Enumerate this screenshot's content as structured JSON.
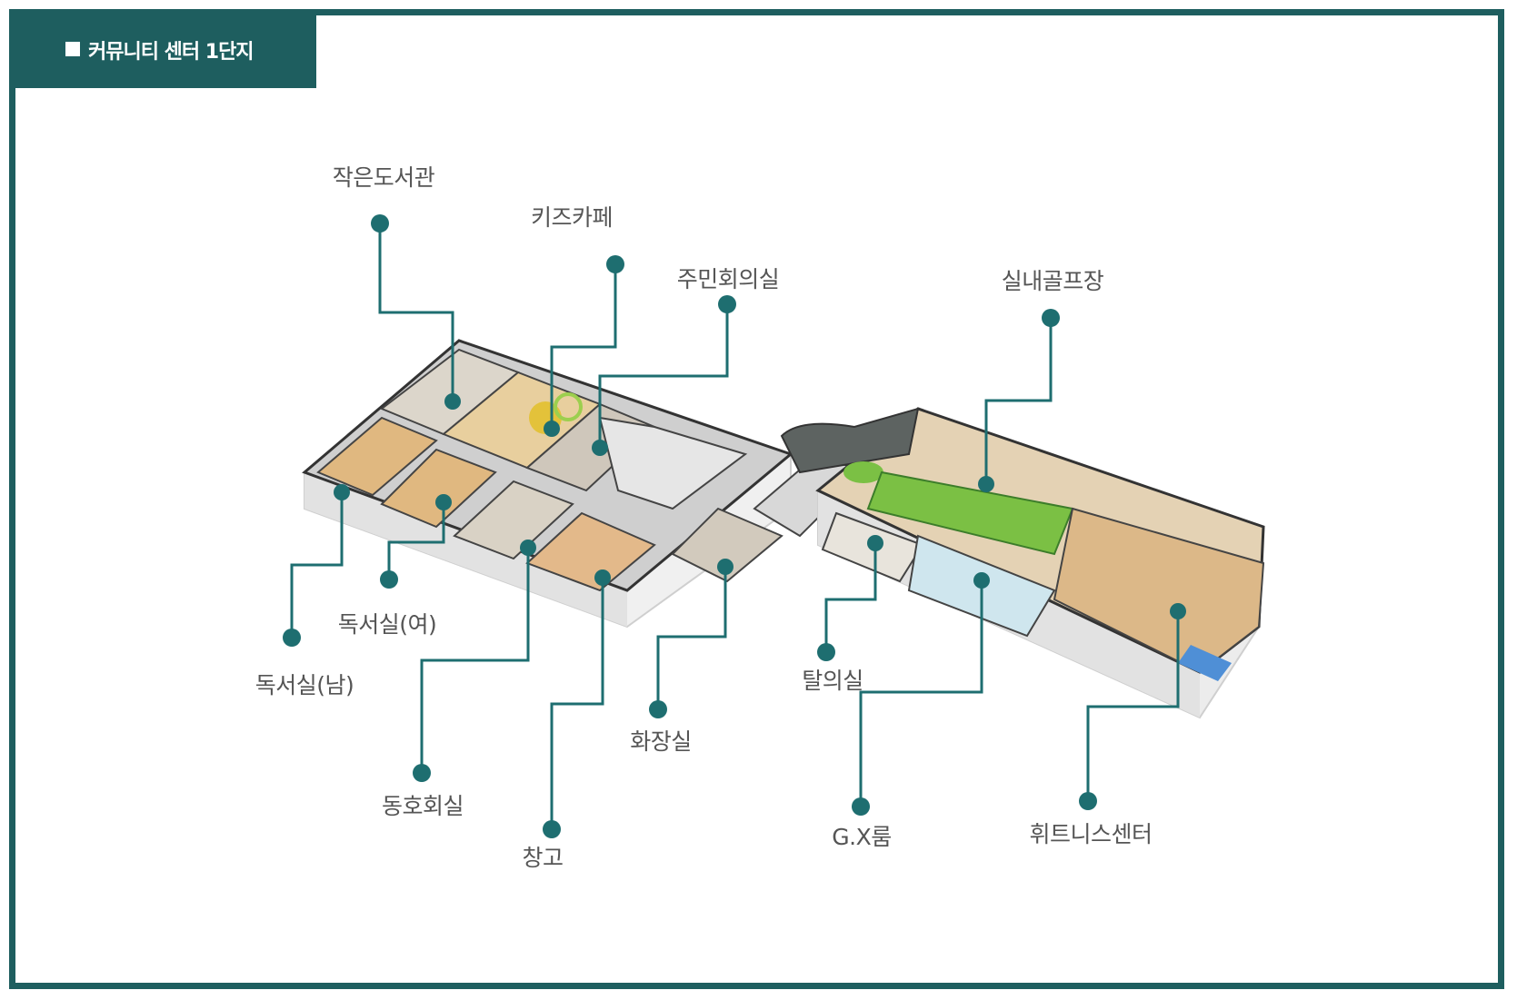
{
  "header": {
    "title": "커뮤니티 센터 1단지"
  },
  "colors": {
    "accent": "#1e5e5f",
    "callout": "#1e6e70"
  },
  "rooms": [
    {
      "id": "small-library",
      "label": "작은도서관"
    },
    {
      "id": "kids-cafe",
      "label": "키즈카페"
    },
    {
      "id": "residents-meeting-room",
      "label": "주민회의실"
    },
    {
      "id": "indoor-golf",
      "label": "실내골프장"
    },
    {
      "id": "reading-room-female",
      "label": "독서실(여)"
    },
    {
      "id": "reading-room-male",
      "label": "독서실(남)"
    },
    {
      "id": "club-room",
      "label": "동호회실"
    },
    {
      "id": "storage",
      "label": "창고"
    },
    {
      "id": "restroom",
      "label": "화장실"
    },
    {
      "id": "locker-room",
      "label": "탈의실"
    },
    {
      "id": "gx-room",
      "label": "G.X룸"
    },
    {
      "id": "fitness-center",
      "label": "휘트니스센터"
    }
  ]
}
